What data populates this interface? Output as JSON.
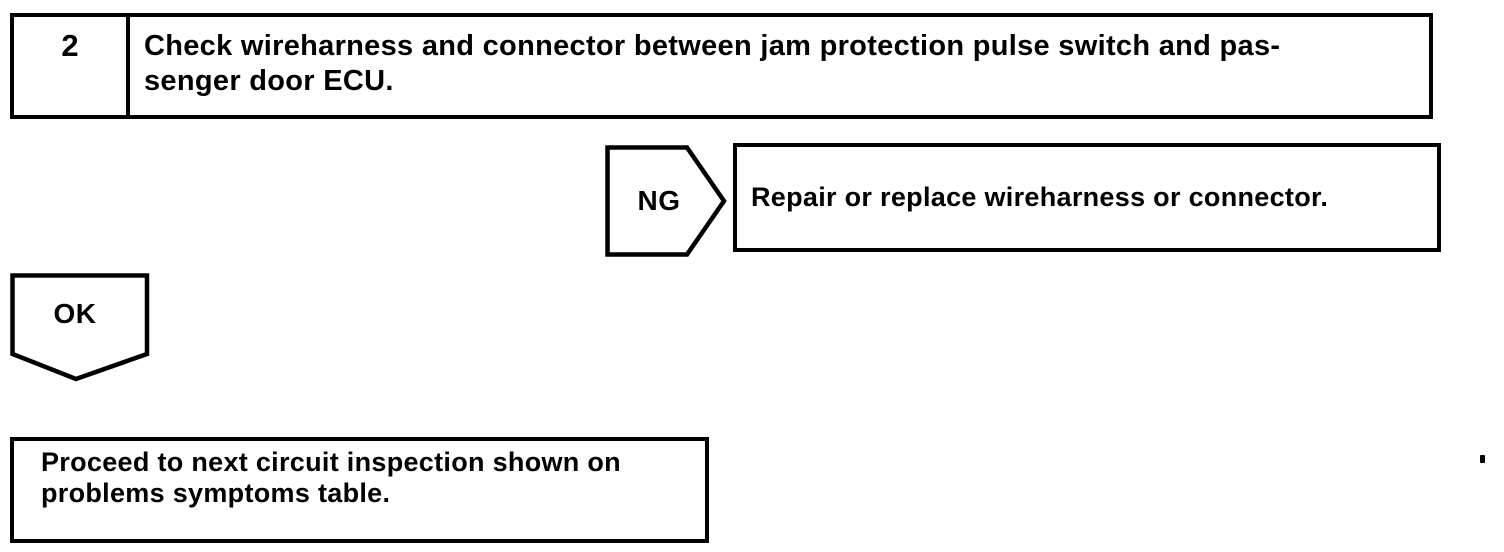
{
  "colors": {
    "ink": "#000000",
    "paper": "#ffffff"
  },
  "flowchart": {
    "step": {
      "number": "2",
      "instruction_lines": [
        "Check wireharness and connector between jam protection pulse switch and pas-",
        "senger door ECU."
      ]
    },
    "ng_branch": {
      "label": "NG",
      "action": "Repair or replace wireharness or connector."
    },
    "ok_branch": {
      "label": "OK",
      "action_lines": [
        "Proceed to next circuit inspection shown on",
        "problems symptoms table."
      ]
    }
  }
}
